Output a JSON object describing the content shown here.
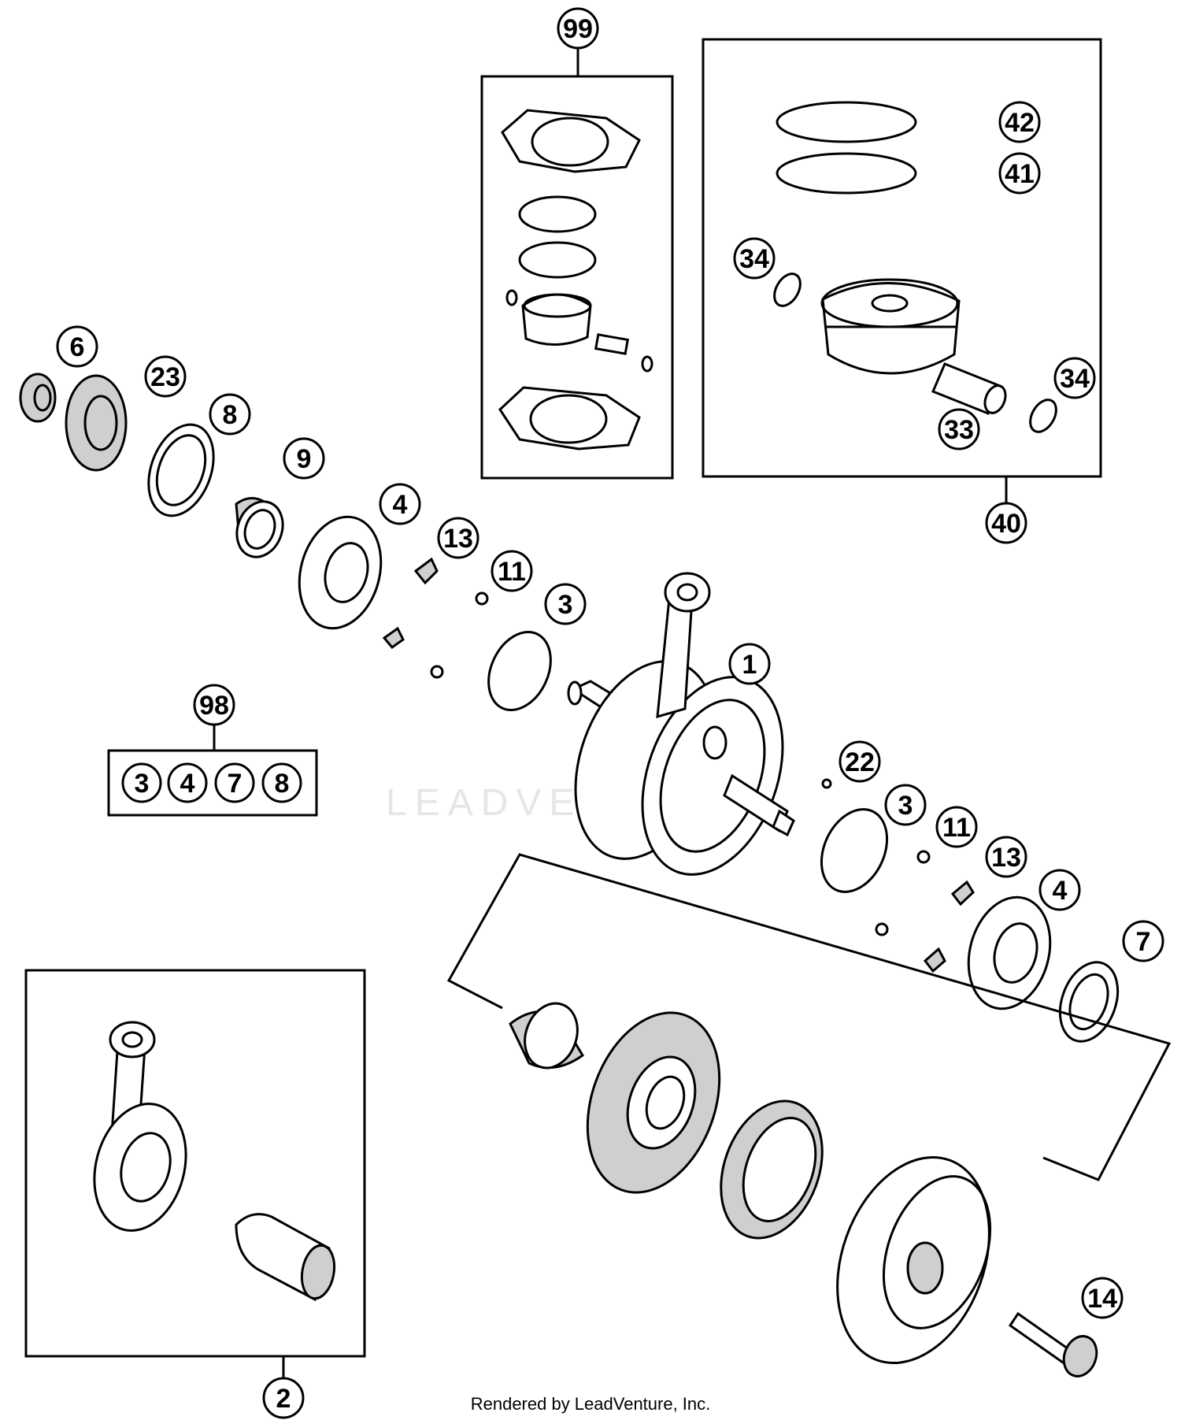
{
  "callouts": {
    "c99": "99",
    "c42": "42",
    "c41": "41",
    "c34a": "34",
    "c34b": "34",
    "c33": "33",
    "c40": "40",
    "c6": "6",
    "c23": "23",
    "c8": "8",
    "c9": "9",
    "c4a": "4",
    "c13a": "13",
    "c11a": "11",
    "c3a": "3",
    "c1": "1",
    "c98": "98",
    "c22": "22",
    "c3b": "3",
    "c11b": "11",
    "c13b": "13",
    "c4b": "4",
    "c7": "7",
    "c14": "14",
    "c2": "2"
  },
  "kit_98_contents": [
    "3",
    "4",
    "7",
    "8"
  ],
  "watermark": "LEADVENTURE",
  "footer": "Rendered by LeadVenture, Inc."
}
